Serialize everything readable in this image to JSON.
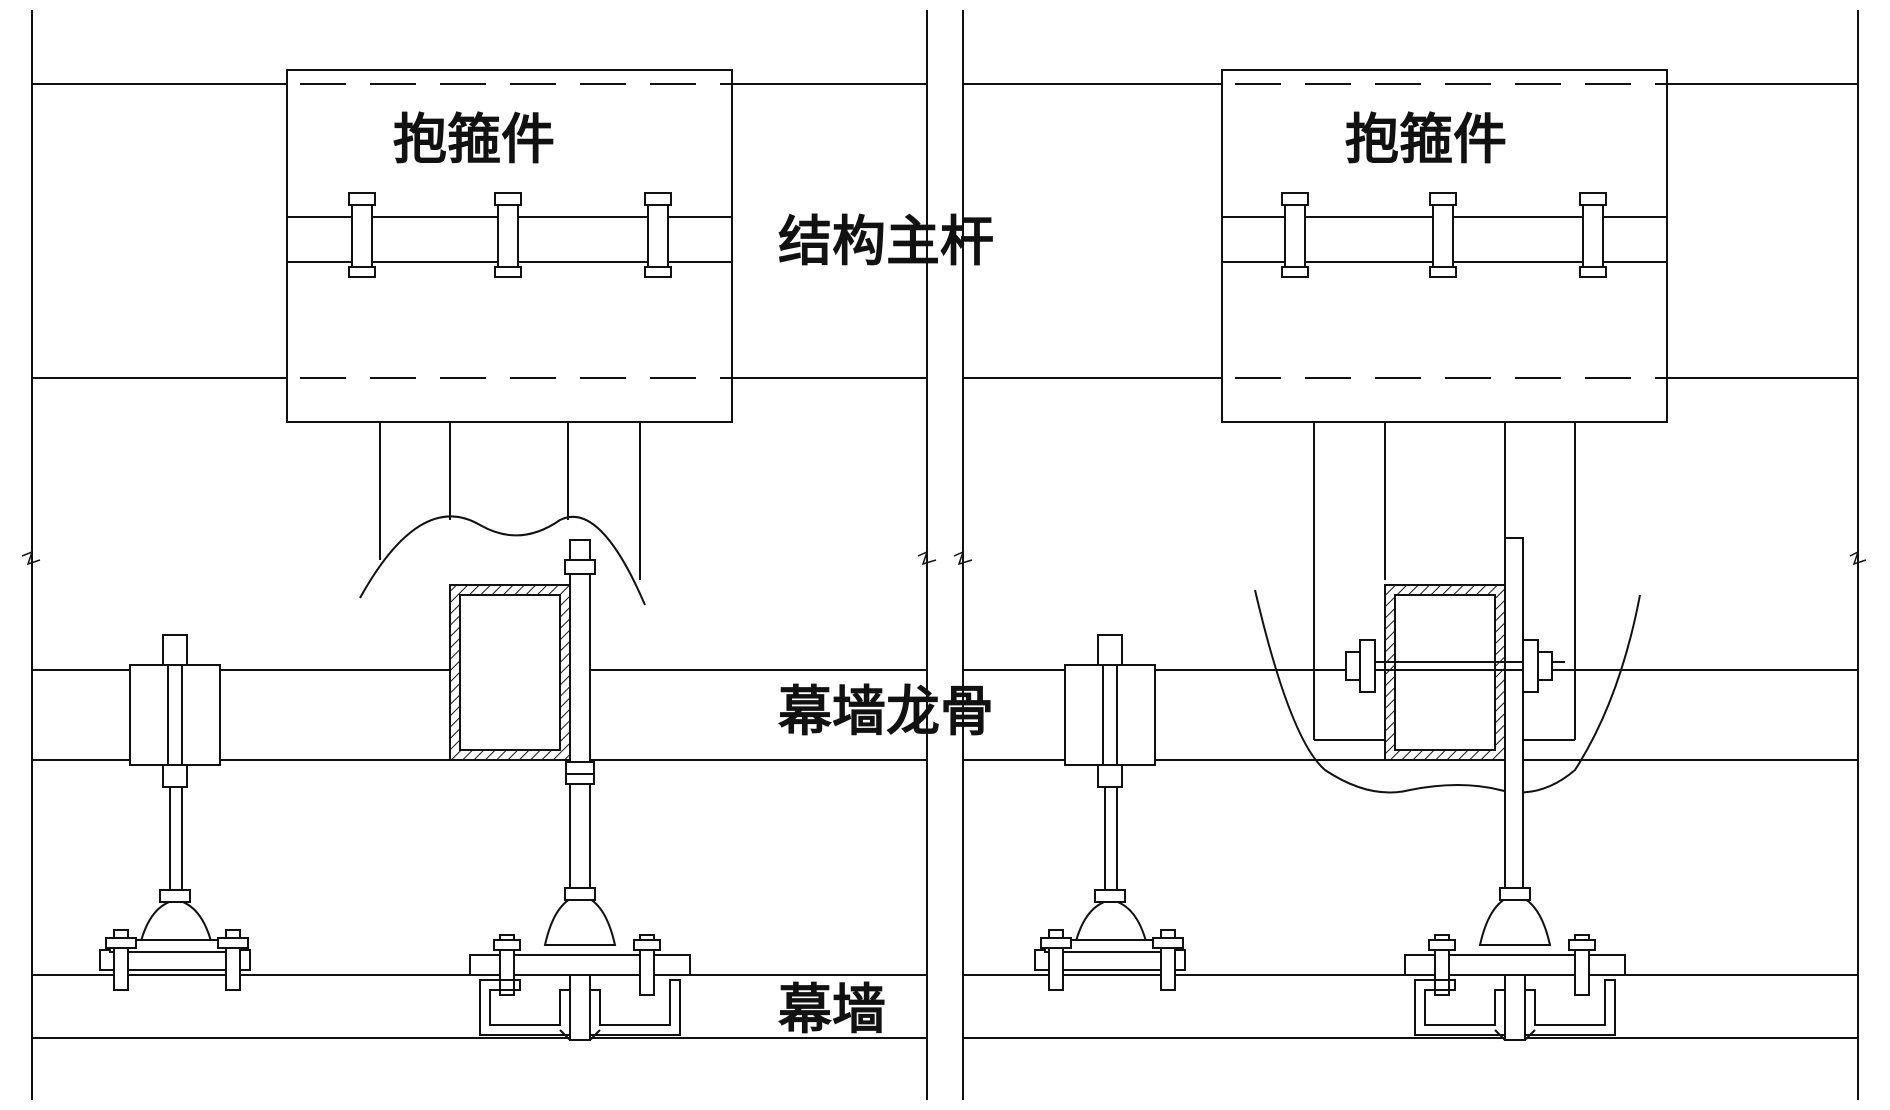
{
  "labels": {
    "hoop_left": "抱箍件",
    "hoop_right": "抱箍件",
    "main_member": "结构主杆",
    "keel": "幕墙龙骨",
    "curtain_wall": "幕墙"
  }
}
